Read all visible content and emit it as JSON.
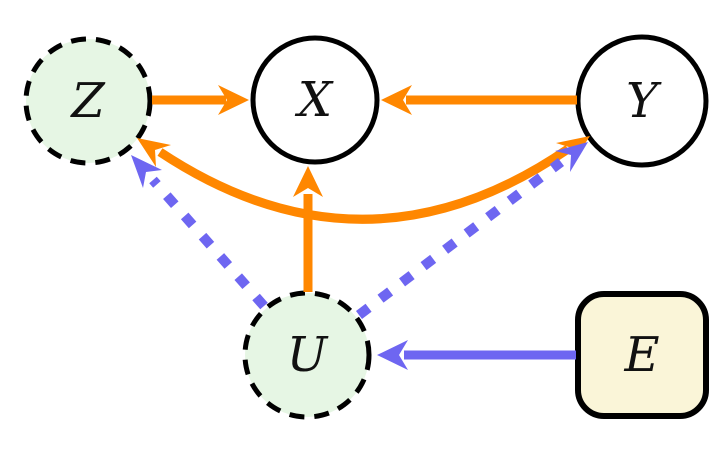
{
  "diagram": {
    "kind": "causal-graph",
    "nodes": [
      {
        "id": "Z",
        "label": "Z",
        "shape": "circle",
        "border": "dashed",
        "fill": "#E6F6E4",
        "role": "proxy-variable"
      },
      {
        "id": "X",
        "label": "X",
        "shape": "circle",
        "border": "solid",
        "fill": "#FFFFFF",
        "role": "observed-variable"
      },
      {
        "id": "Y",
        "label": "Y",
        "shape": "circle",
        "border": "solid",
        "fill": "#FFFFFF",
        "role": "observed-variable"
      },
      {
        "id": "U",
        "label": "U",
        "shape": "circle",
        "border": "dashed",
        "fill": "#E6F6E4",
        "role": "latent-variable"
      },
      {
        "id": "E",
        "label": "E",
        "shape": "rounded-square",
        "border": "solid",
        "fill": "#FAF5D8",
        "role": "exogenous-variable"
      }
    ],
    "edges": [
      {
        "from": "Z",
        "to": "X",
        "color": "orange",
        "style": "solid",
        "curve": "straight",
        "arrows": "forward"
      },
      {
        "from": "Y",
        "to": "X",
        "color": "orange",
        "style": "solid",
        "curve": "straight",
        "arrows": "forward"
      },
      {
        "from": "U",
        "to": "X",
        "color": "orange",
        "style": "solid",
        "curve": "straight",
        "arrows": "forward"
      },
      {
        "from": "Y",
        "to": "Z",
        "color": "orange",
        "style": "solid",
        "curve": "arc-under-X",
        "arrows": "both"
      },
      {
        "from": "U",
        "to": "Z",
        "color": "blue",
        "style": "dashed",
        "curve": "straight",
        "arrows": "forward"
      },
      {
        "from": "U",
        "to": "Y",
        "color": "blue",
        "style": "dashed",
        "curve": "straight",
        "arrows": "forward"
      },
      {
        "from": "E",
        "to": "U",
        "color": "blue",
        "style": "solid",
        "curve": "straight",
        "arrows": "forward"
      }
    ],
    "colors": {
      "orange": "#FF8700",
      "blue": "#6E66F1",
      "node_border": "#000000",
      "green_fill": "#E6F6E4",
      "yellow_fill": "#FAF5D8",
      "background": "#FFFFFF"
    }
  }
}
